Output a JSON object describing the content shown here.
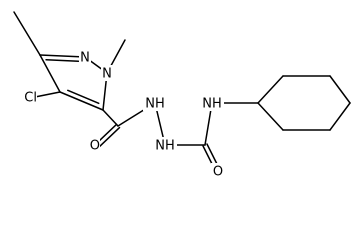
{
  "molecule": {
    "atom_labels": {
      "n_ring_2": "N",
      "n_ring_1": "N",
      "cl": "Cl",
      "o_carbonyl_1": "O",
      "o_carbonyl_2": "O",
      "nh_hydrazide_1": "NH",
      "nh_hydrazide_2": "NH",
      "nh_amide": "NH"
    },
    "colors": {
      "bond": "#000000",
      "label": "#000000",
      "background": "#ffffff"
    }
  }
}
